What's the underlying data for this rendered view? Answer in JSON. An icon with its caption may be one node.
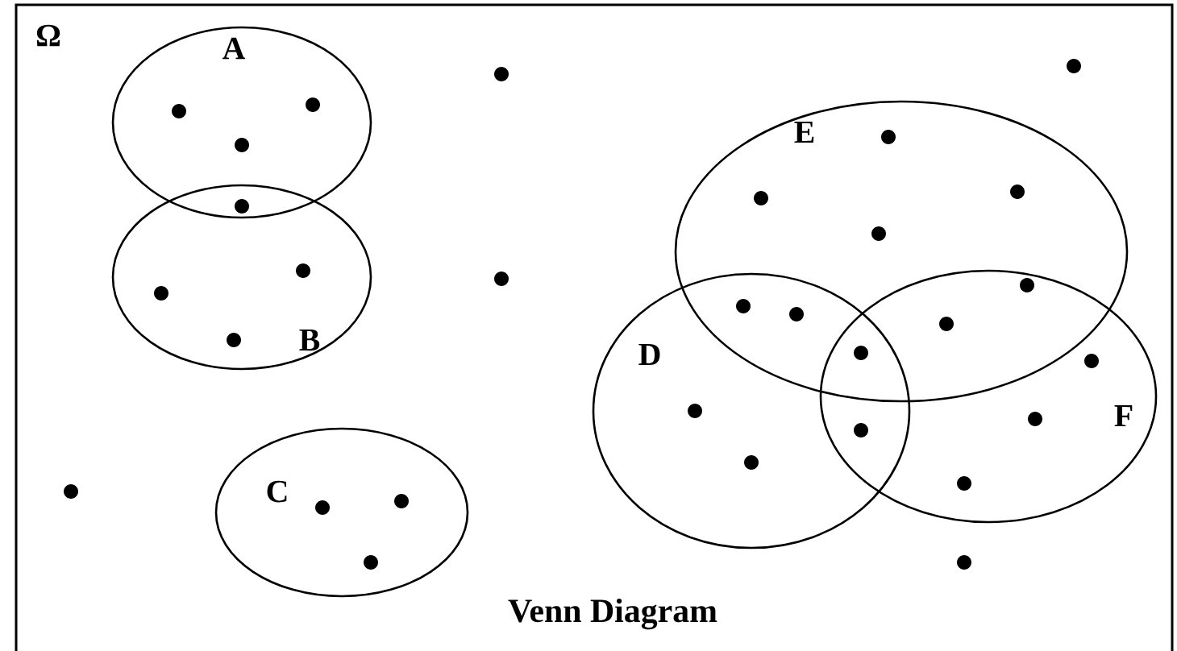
{
  "diagram": {
    "caption": "Venn Diagram",
    "nodes": [
      {
        "text": [
          "A"
        ]
      },
      {
        "text": [
          "B"
        ]
      },
      {
        "text": [
          "C"
        ]
      },
      {
        "text": [
          "E"
        ]
      },
      {
        "text": [
          "D"
        ]
      },
      {
        "text": [
          "F"
        ]
      }
    ],
    "labels": [
      "Ω"
    ]
  }
}
